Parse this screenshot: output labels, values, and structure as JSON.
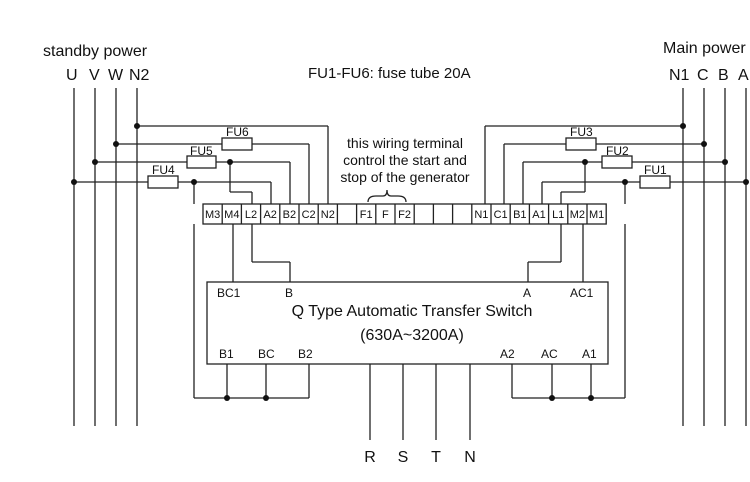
{
  "standby": {
    "title": "standby power",
    "phases": [
      "U",
      "V",
      "W",
      "N2"
    ]
  },
  "main": {
    "title": "Main power",
    "phases": [
      "N1",
      "C",
      "B",
      "A"
    ]
  },
  "fuse_note": "FU1-FU6:  fuse tube 20A",
  "fuses": [
    "FU1",
    "FU2",
    "FU3",
    "FU4",
    "FU5",
    "FU6"
  ],
  "terminal_note": [
    "this wiring terminal",
    "control the start and",
    "stop of the generator"
  ],
  "terminals": [
    "M3",
    "M4",
    "L2",
    "A2",
    "B2",
    "C2",
    "N2",
    "",
    "F1",
    "F",
    "F2",
    "",
    "",
    "",
    "N1",
    "C1",
    "B1",
    "A1",
    "L1",
    "M2",
    "M1"
  ],
  "ats": {
    "title": "Q Type Automatic Transfer Switch",
    "rating": "(630A~3200A)",
    "top_left": [
      "BC1",
      "B"
    ],
    "top_right": [
      "A",
      "AC1"
    ],
    "bottom_left": [
      "B1",
      "BC",
      "B2"
    ],
    "bottom_right": [
      "A2",
      "AC",
      "A1"
    ]
  },
  "outputs": [
    "R",
    "S",
    "T",
    "N"
  ]
}
